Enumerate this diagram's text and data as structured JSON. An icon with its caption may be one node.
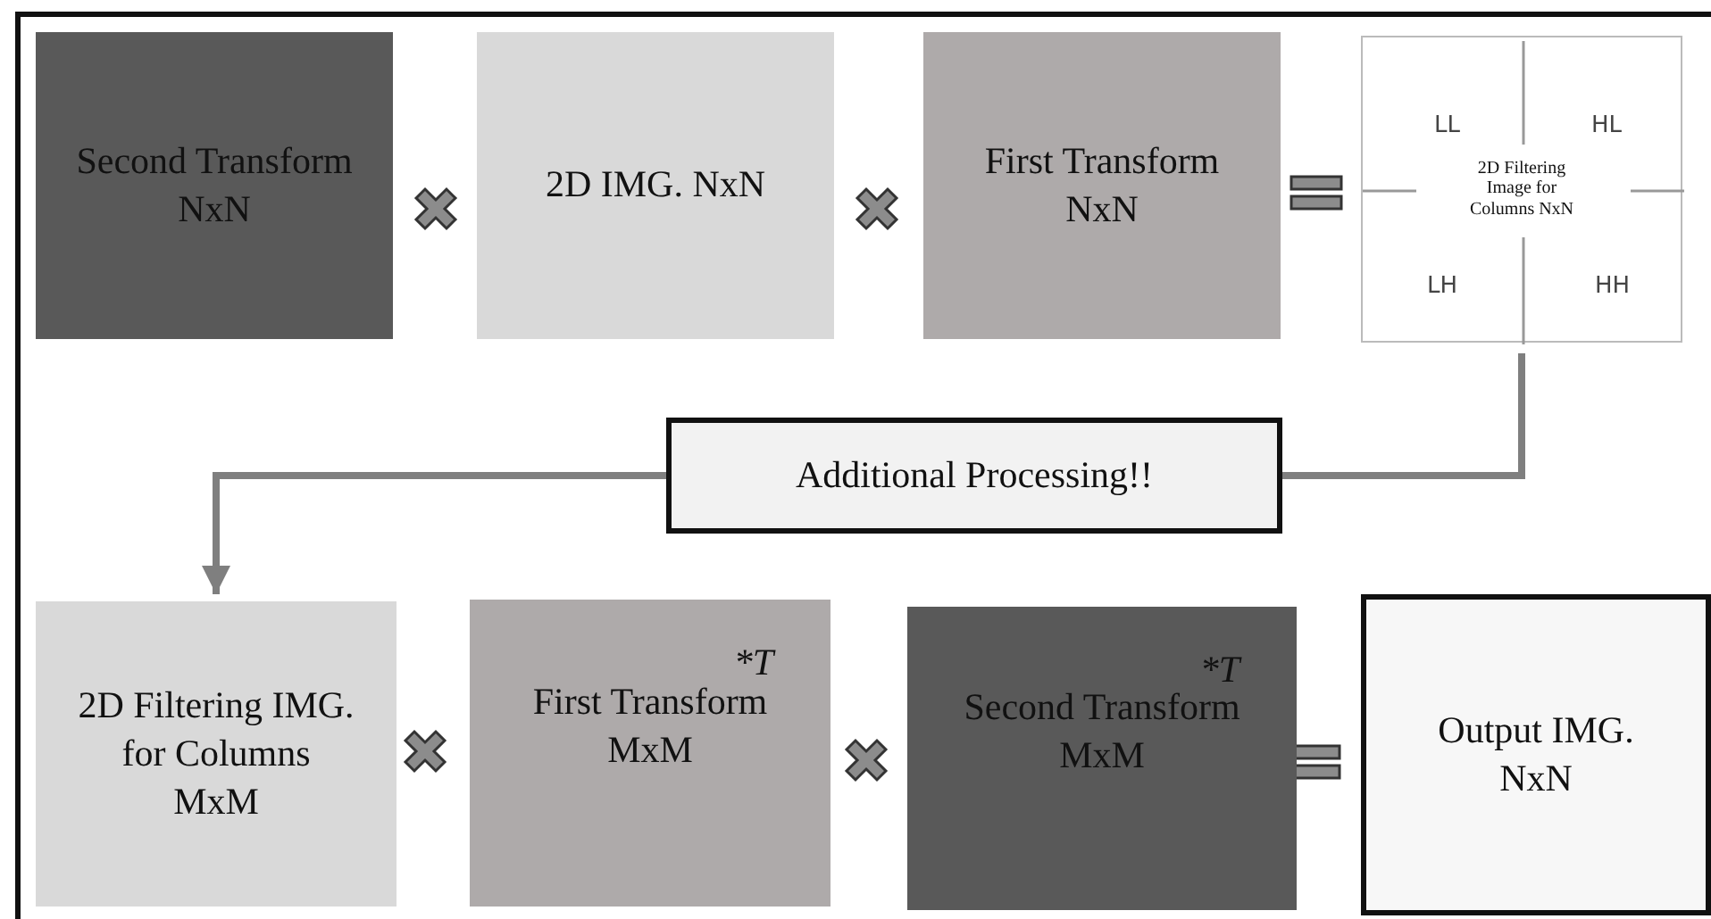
{
  "diagram": {
    "nodes": [
      {
        "text": [
          "Second Transform NxN"
        ]
      },
      {
        "text": [
          "2D IMG. NxN"
        ]
      },
      {
        "text": [
          "First Transform NxN"
        ]
      },
      {
        "text": [
          "LL",
          "HL",
          "2D Filtering Image for Columns NxN",
          "LH",
          "HH"
        ]
      },
      {
        "text": [
          "Additional Processing!!"
        ]
      },
      {
        "text": [
          "2D Filtering IMG. for Columns MxM"
        ]
      },
      {
        "text": [
          "*T",
          "First Transform MxM"
        ]
      },
      {
        "text": [
          "*T",
          "Second Transform MxM"
        ]
      },
      {
        "text": [
          "Output IMG. NxN"
        ]
      }
    ],
    "edges": [
      {
        "from": 3,
        "to": 4,
        "arrow": "none"
      },
      {
        "from": 4,
        "to": 5,
        "arrow": "to"
      }
    ]
  }
}
